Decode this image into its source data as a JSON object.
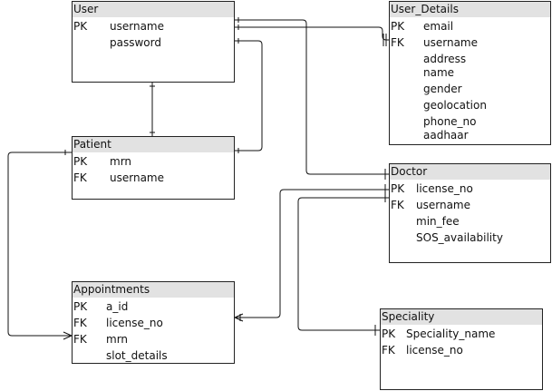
{
  "entities": {
    "user": {
      "name": "User",
      "rows": [
        {
          "key": "PK",
          "attr": "username"
        },
        {
          "key": "",
          "attr": "password"
        }
      ]
    },
    "user_details": {
      "name": "User_Details",
      "rows": [
        {
          "key": "PK",
          "attr": "email"
        },
        {
          "key": "FK",
          "attr": "username"
        },
        {
          "key": "",
          "attr": "address"
        },
        {
          "key": "",
          "attr": "name"
        },
        {
          "key": "",
          "attr": "gender"
        },
        {
          "key": "",
          "attr": "geolocation"
        },
        {
          "key": "",
          "attr": "phone_no"
        },
        {
          "key": "",
          "attr": "aadhaar"
        }
      ]
    },
    "patient": {
      "name": "Patient",
      "rows": [
        {
          "key": "PK",
          "attr": "mrn"
        },
        {
          "key": "FK",
          "attr": "username"
        }
      ]
    },
    "doctor": {
      "name": "Doctor",
      "rows": [
        {
          "key": "PK",
          "attr": "license_no"
        },
        {
          "key": "FK",
          "attr": "username"
        },
        {
          "key": "",
          "attr": "min_fee"
        },
        {
          "key": "",
          "attr": "SOS_availability"
        }
      ]
    },
    "appointments": {
      "name": "Appointments",
      "rows": [
        {
          "key": "PK",
          "attr": "a_id"
        },
        {
          "key": "FK",
          "attr": "license_no"
        },
        {
          "key": "FK",
          "attr": "mrn"
        },
        {
          "key": "",
          "attr": "slot_details"
        }
      ]
    },
    "speciality": {
      "name": "Speciality",
      "rows": [
        {
          "key": "PK",
          "attr": "Speciality_name"
        },
        {
          "key": "FK",
          "attr": "license_no"
        }
      ]
    }
  }
}
